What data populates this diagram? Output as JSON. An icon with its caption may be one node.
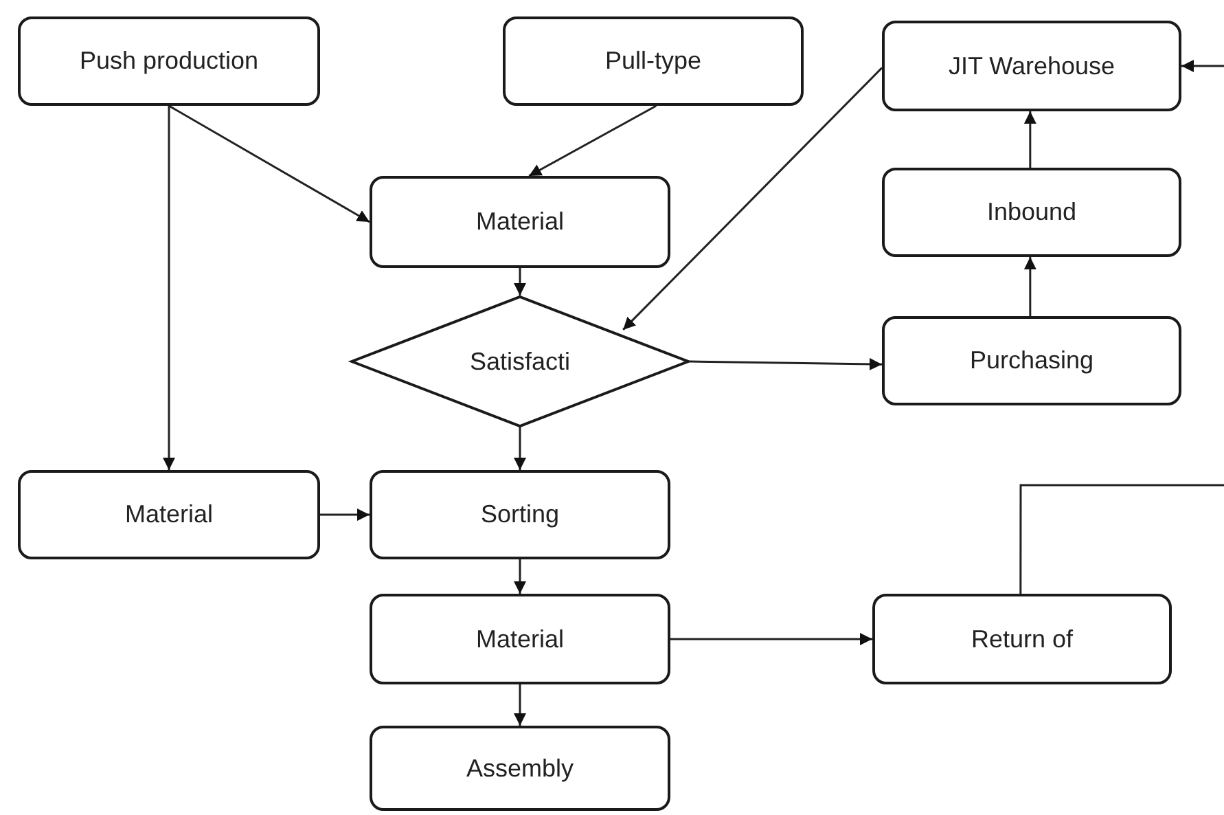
{
  "diagram": {
    "nodes": [
      {
        "text": [
          "Push production"
        ]
      },
      {
        "text": [
          "Pull-type"
        ]
      },
      {
        "text": [
          "JIT Warehouse"
        ]
      },
      {
        "text": [
          "Material"
        ]
      },
      {
        "text": [
          "Inbound"
        ]
      },
      {
        "text": [
          "Satisfacti"
        ]
      },
      {
        "text": [
          "Purchasing"
        ]
      },
      {
        "text": [
          "Material"
        ]
      },
      {
        "text": [
          "Sorting"
        ]
      },
      {
        "text": [
          "Material"
        ]
      },
      {
        "text": [
          "Return of"
        ]
      },
      {
        "text": [
          "Assembly"
        ]
      }
    ],
    "edges": [
      {
        "from": 0,
        "to": 3,
        "arrow": "to"
      },
      {
        "from": 1,
        "to": 3,
        "arrow": "to"
      },
      {
        "from": 0,
        "to": 7,
        "arrow": "to"
      },
      {
        "from": 3,
        "to": 5,
        "arrow": "to"
      },
      {
        "from": 2,
        "to": 5,
        "arrow": "to"
      },
      {
        "from": 5,
        "to": 6,
        "arrow": "to"
      },
      {
        "from": 6,
        "to": 4,
        "arrow": "to"
      },
      {
        "from": 4,
        "to": 2,
        "arrow": "to"
      },
      {
        "from": 5,
        "to": 8,
        "arrow": "to"
      },
      {
        "from": 7,
        "to": 8,
        "arrow": "to"
      },
      {
        "from": 8,
        "to": 9,
        "arrow": "to"
      },
      {
        "from": 9,
        "to": 10,
        "arrow": "to"
      },
      {
        "from": 9,
        "to": 11,
        "arrow": "to"
      },
      {
        "from": 10,
        "to": null,
        "arrow": "none"
      },
      {
        "from": null,
        "to": 2,
        "arrow": "to"
      }
    ]
  }
}
